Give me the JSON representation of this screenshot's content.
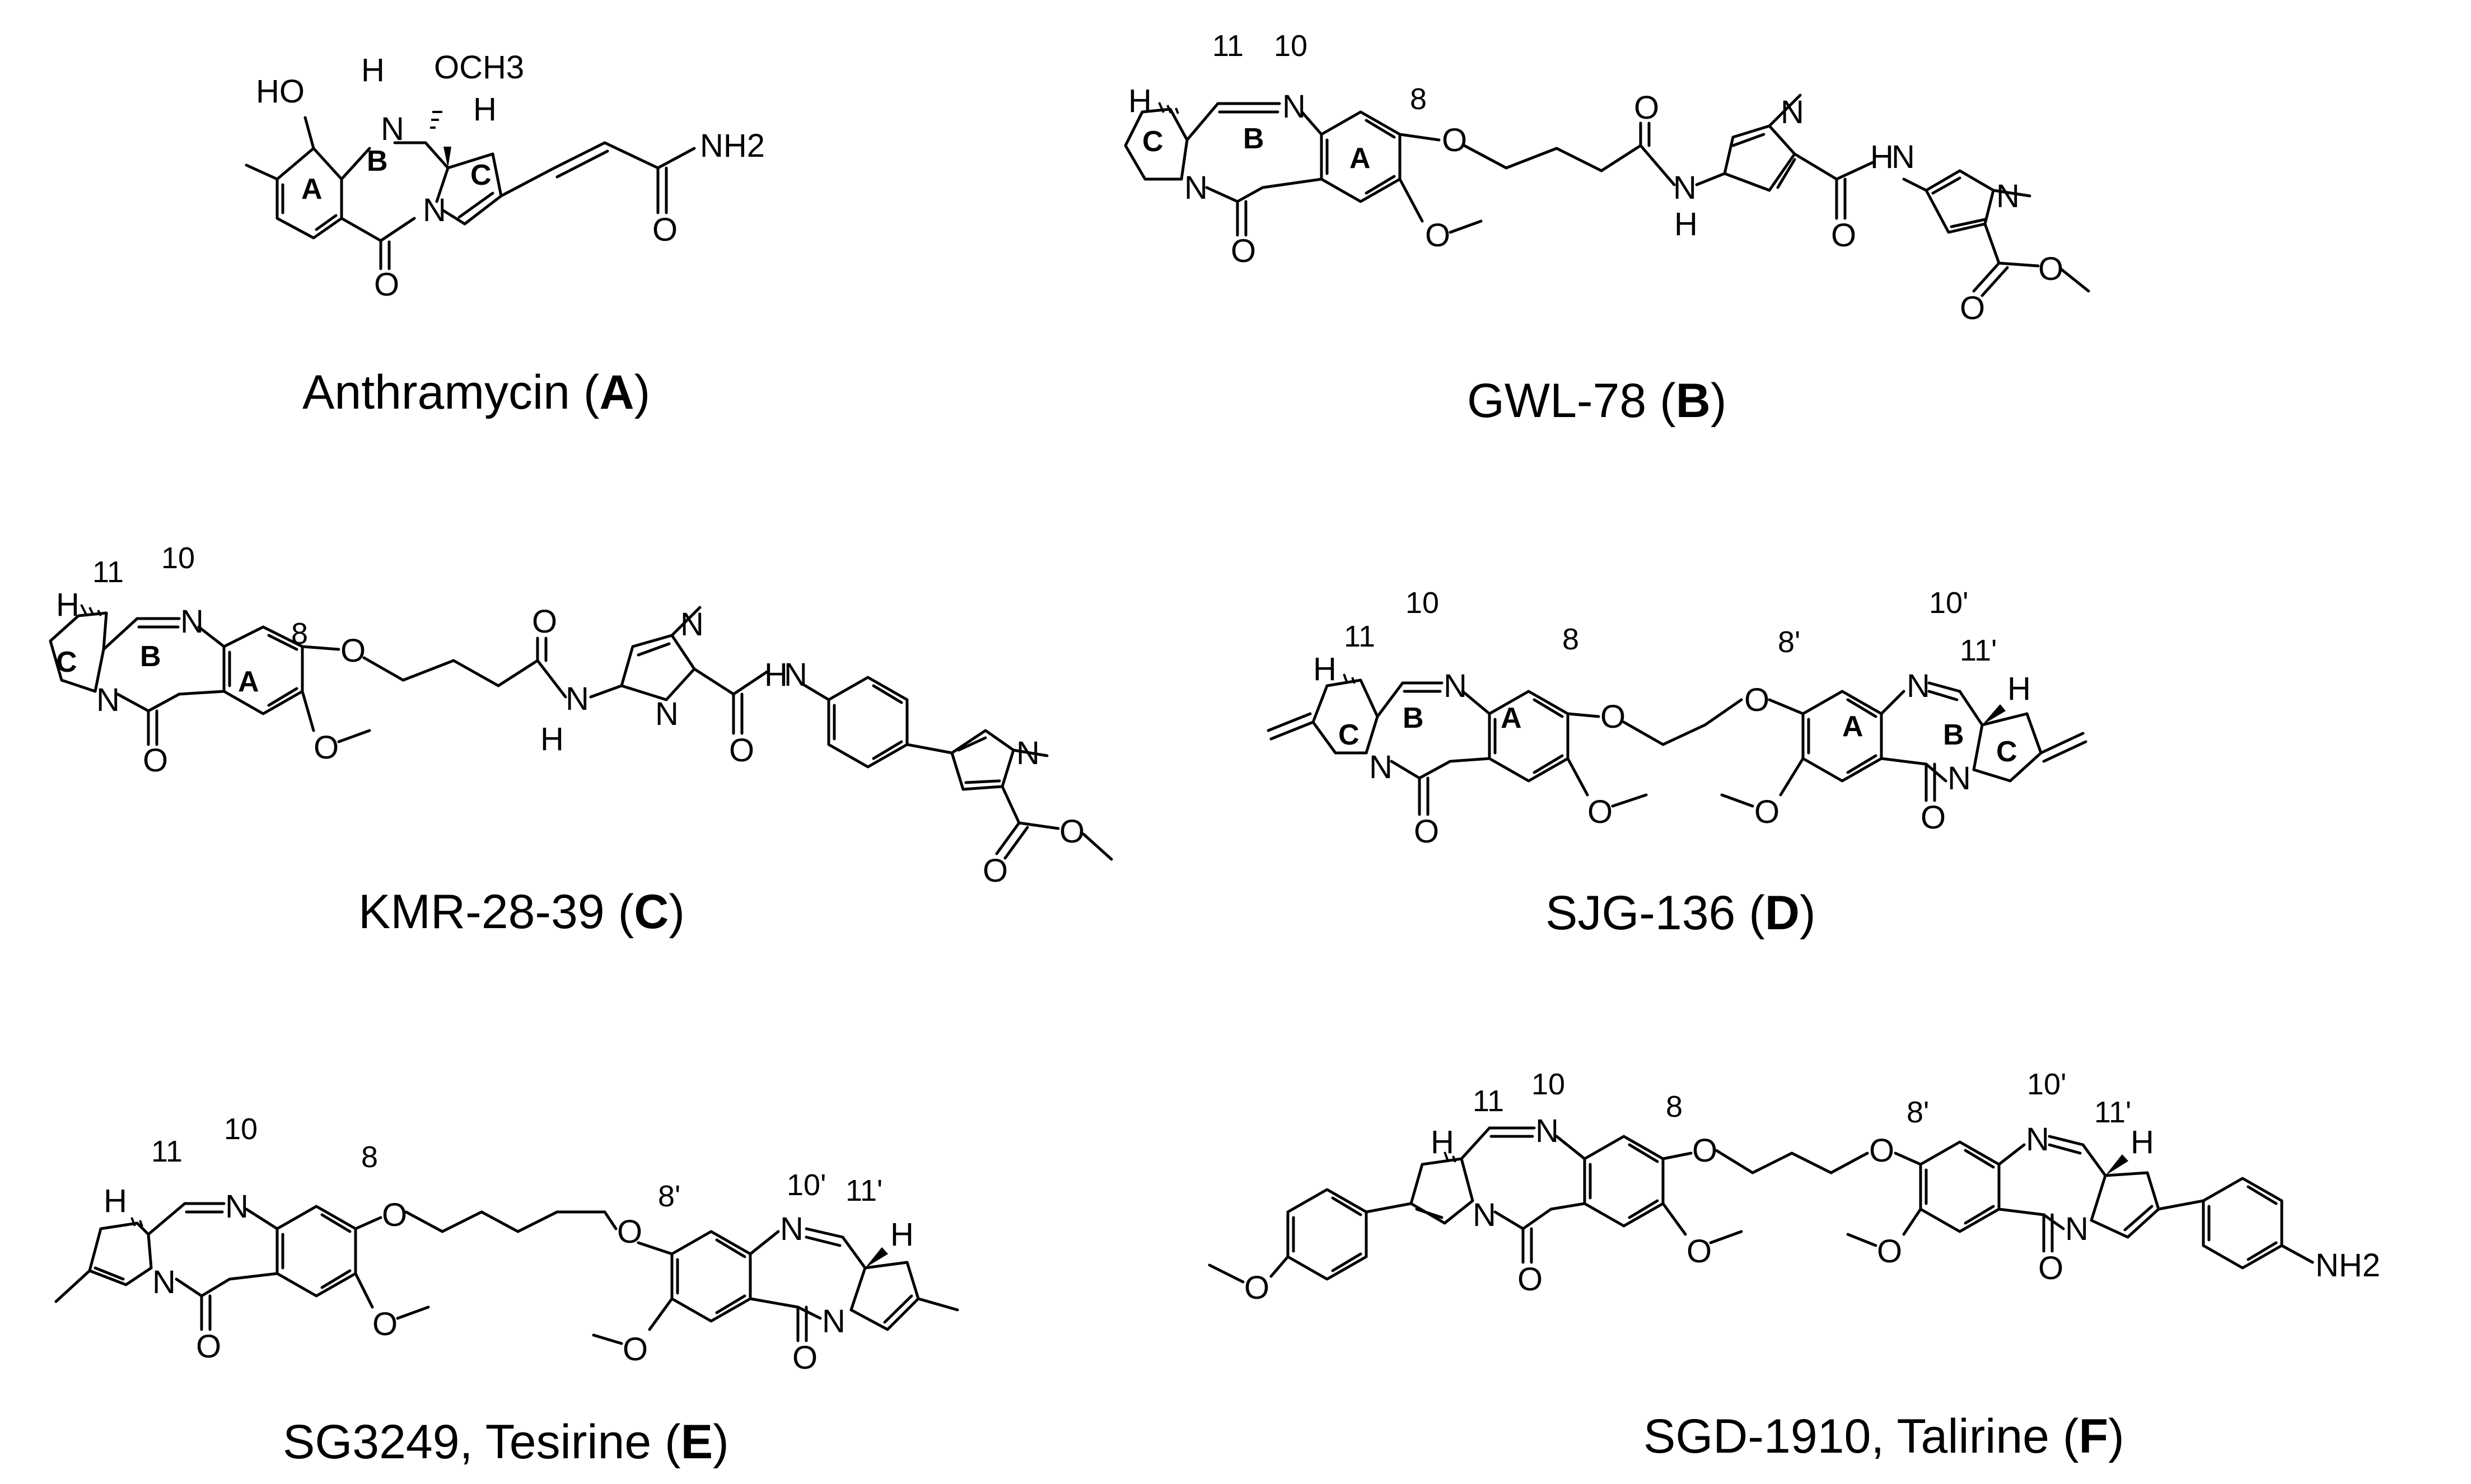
{
  "compounds": [
    {
      "id": "A",
      "name": "Anthramycin",
      "atoms": {
        "oh": "HO",
        "h_n": "H",
        "n_amine": "N",
        "och3": "OCH3",
        "h_stereo": "H",
        "n_ring": "N",
        "o_carbonyl": "O",
        "o_amide": "O",
        "nh2": "NH2"
      },
      "rings": {
        "a": "A",
        "b": "B",
        "c": "C"
      },
      "caption": {
        "name": "Anthramycin (",
        "letter": "A",
        "close": ")"
      }
    },
    {
      "id": "B",
      "name": "GWL-78",
      "atoms": {
        "h_stereo": "H",
        "n10": "N",
        "n_ring": "N",
        "o_carbonyl": "O",
        "o_ether": "O",
        "o_methoxy": "O",
        "o_amide1": "O",
        "nh1": "H",
        "n_nh1": "N",
        "n_pyr1": "N",
        "o_amide2": "O",
        "nh2": "H",
        "n_nh2": "N",
        "n_pyr2": "N",
        "o_ester1": "O",
        "o_ester2": "O"
      },
      "positions": {
        "p11": "11",
        "p10": "10",
        "p8": "8"
      },
      "rings": {
        "a": "A",
        "b": "B",
        "c": "C"
      },
      "caption": {
        "name": "GWL-78 (",
        "letter": "B",
        "close": ")"
      }
    },
    {
      "id": "C",
      "name": "KMR-28-39",
      "atoms": {
        "h_stereo": "H",
        "n10": "N",
        "n_ring": "N",
        "o_carbonyl": "O",
        "o_ether": "O",
        "o_methoxy": "O",
        "o_amide1": "O",
        "n_nh1": "N",
        "h_nh1": "H",
        "n_imid1": "N",
        "n_imid2": "N",
        "o_amide2": "O",
        "h_nh2": "H",
        "n_nh2": "N",
        "n_pyr": "N",
        "o_ester1": "O",
        "o_ester2": "O"
      },
      "positions": {
        "p11": "11",
        "p10": "10",
        "p8": "8"
      },
      "rings": {
        "a": "A",
        "b": "B",
        "c": "C"
      },
      "caption": {
        "name": "KMR-28-39 (",
        "letter": "C",
        "close": ")"
      }
    },
    {
      "id": "D",
      "name": "SJG-136",
      "atoms": {
        "h_left": "H",
        "n10": "N",
        "n_left": "N",
        "o_left_carbonyl": "O",
        "o_left_ether": "O",
        "o_left_methoxy": "O",
        "o_right_ether": "O",
        "o_right_methoxy": "O",
        "n10p": "N",
        "h_right": "H",
        "n_right": "N",
        "o_right_carbonyl": "O"
      },
      "positions": {
        "p11": "11",
        "p10": "10",
        "p8": "8",
        "p8p": "8'",
        "p10p": "10'",
        "p11p": "11'"
      },
      "rings": {
        "a": "A",
        "b": "B",
        "c": "C"
      },
      "caption": {
        "name": "SJG-136 (",
        "letter": "D",
        "close": ")"
      }
    },
    {
      "id": "E",
      "name": "SG3249, Tesirine",
      "atoms": {
        "h_left": "H",
        "n10": "N",
        "n_left": "N",
        "o_left_carbonyl": "O",
        "o_left_ether": "O",
        "o_left_methoxy": "O",
        "o_right_ether": "O",
        "o_right_methoxy": "O",
        "n10p": "N",
        "h_right": "H",
        "n_right": "N",
        "o_right_carbonyl": "O"
      },
      "positions": {
        "p11": "11",
        "p10": "10",
        "p8": "8",
        "p8p": "8'",
        "p10p": "10'",
        "p11p": "11'"
      },
      "caption": {
        "name": "SG3249, Tesirine (",
        "letter": "E",
        "close": ")"
      }
    },
    {
      "id": "F",
      "name": "SGD-1910, Talirine",
      "atoms": {
        "h_left": "H",
        "n10": "N",
        "n_left": "N",
        "o_left_carbonyl": "O",
        "o_left_ether": "O",
        "o_left_methoxy": "O",
        "o_anisyl": "O",
        "o_right_ether": "O",
        "o_right_methoxy": "O",
        "n10p": "N",
        "h_right": "H",
        "n_right": "N",
        "o_right_carbonyl": "O",
        "nh2": "NH2"
      },
      "positions": {
        "p11": "11",
        "p10": "10",
        "p8": "8",
        "p8p": "8'",
        "p10p": "10'",
        "p11p": "11'"
      },
      "caption": {
        "name": "SGD-1910, Talirine (",
        "letter": "F",
        "close": ")"
      }
    }
  ]
}
